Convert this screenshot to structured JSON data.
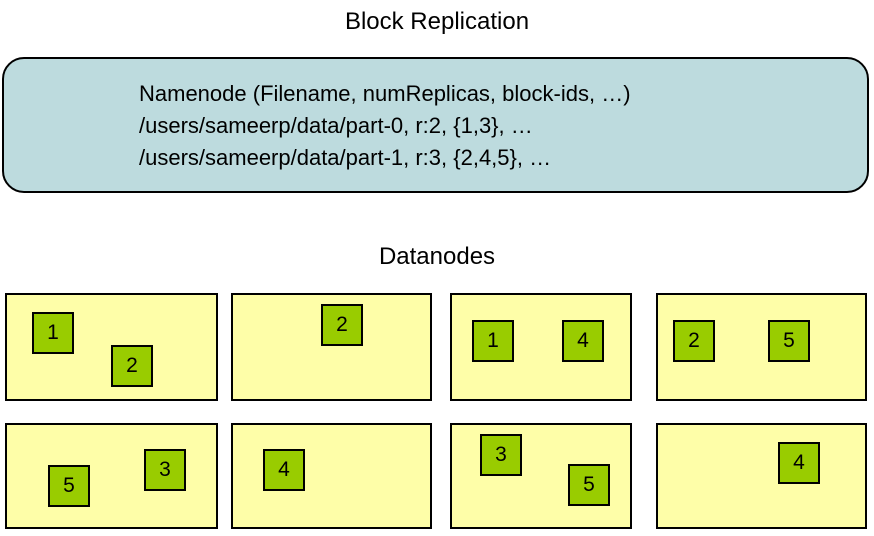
{
  "title": "Block Replication",
  "namenode": {
    "lines": [
      "Namenode (Filename, numReplicas, block-ids, …)",
      "/users/sameerp/data/part-0, r:2, {1,3}, …",
      "/users/sameerp/data/part-1, r:3, {2,4,5}, …"
    ]
  },
  "datanodes_label": "Datanodes",
  "datanodes": [
    [
      "1",
      "2"
    ],
    [
      "2"
    ],
    [
      "1",
      "4"
    ],
    [
      "2",
      "5"
    ],
    [
      "5",
      "3"
    ],
    [
      "4"
    ],
    [
      "3",
      "5"
    ],
    [
      "4"
    ]
  ],
  "colors": {
    "namenode_fill": "#BDDBDE",
    "datanode_fill": "#FEFEA8",
    "block_fill": "#99CC00",
    "border": "#000000",
    "text": "#000000",
    "background": "#FFFFFF"
  }
}
